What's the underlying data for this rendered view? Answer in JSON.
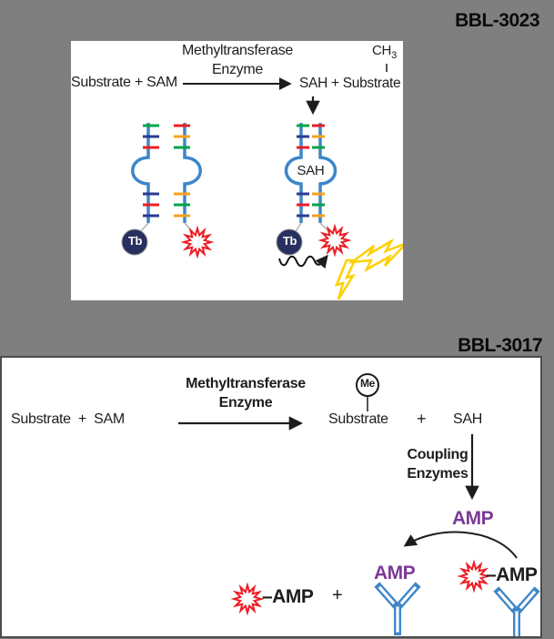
{
  "colors": {
    "background_gray": "#7f7f7f",
    "panel_white": "#ffffff",
    "text_black": "#1d1d1d",
    "strand_blue": "#3e86c9",
    "tick_navy": "#2b3a8f",
    "tick_red": "#ec1c24",
    "tick_green": "#00a44a",
    "tick_orange": "#f5a21c",
    "tb_bead_navy": "#27305e",
    "starburst_red": "#ec1c24",
    "bolt_yellow": "#fed000",
    "amp_purple": "#7b3a96",
    "connector_gray": "#b0b0b0"
  },
  "top_slide": {
    "label": "BBL-3023",
    "reaction": {
      "enzyme_line1": "Methyltransferase",
      "enzyme_line2": "Enzyme",
      "reactants": "Substrate + SAM",
      "products": "SAH + Substrate",
      "methyl_group": "CH",
      "methyl_subscript": "3"
    },
    "sensor": {
      "loop_label": "SAH",
      "donor_label_left": "Tb",
      "donor_label_right": "Tb"
    }
  },
  "bottom_slide": {
    "label": "BBL-3017",
    "reaction": {
      "reactants": "Substrate + SAM",
      "enzyme_line1": "Methyltransferase",
      "enzyme_line2": "Enzyme",
      "methyl_label": "Me",
      "product": "Substrate",
      "plus": "+",
      "byproduct": "SAH",
      "coupling_line1": "Coupling",
      "coupling_line2": "Enzymes",
      "amp_product": "AMP"
    },
    "detection": {
      "tracer_amp": "–AMP",
      "plus": "+",
      "antibody_amp": "AMP",
      "displaced_tracer_amp": "–AMP"
    }
  }
}
